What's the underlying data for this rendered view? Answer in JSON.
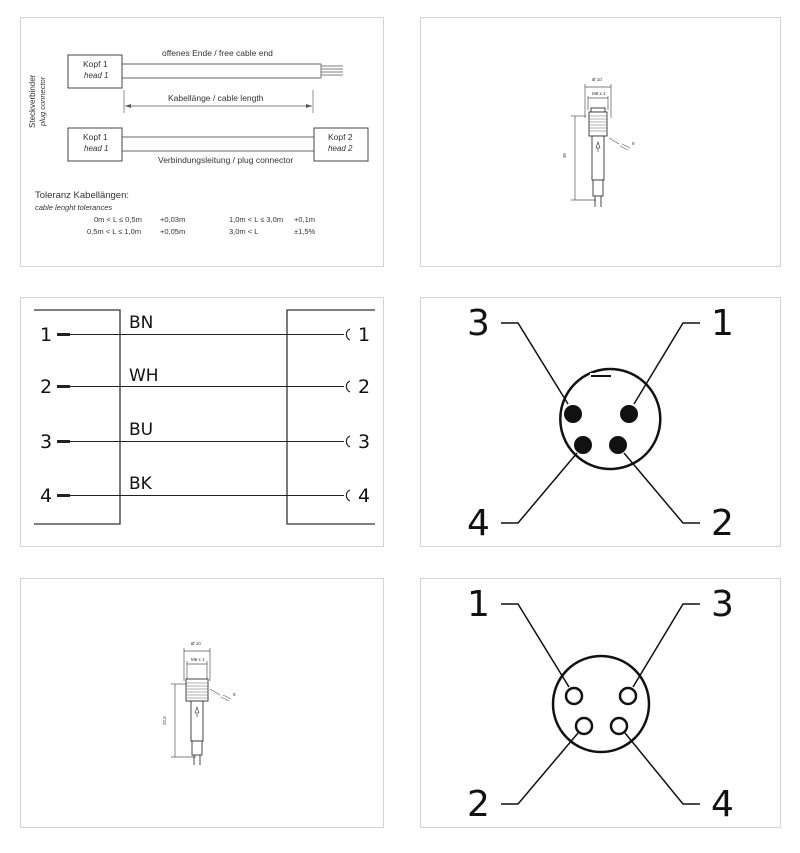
{
  "cable_diagram": {
    "head1_label": "Kopf 1",
    "head1_sub": "head 1",
    "head2_label": "Kopf 2",
    "head2_sub": "head 2",
    "free_end_label": "offenes Ende / free cable end",
    "cable_length_label": "Kabellänge / cable length",
    "connector_line_label": "Verbindungsleitung / plug connector",
    "side_label_de": "Steckverbinder",
    "side_label_en": "plug connector",
    "tolerance_title": "Toleranz Kabellängen:",
    "tolerance_subtitle": "cable lenght tolerances",
    "tolerances": [
      {
        "range": "0m < L ≤ 0,5m",
        "value": "+0,03m"
      },
      {
        "range": "0,5m < L ≤ 1,0m",
        "value": "+0,05m"
      },
      {
        "range": "1,0m < L ≤ 3,0m",
        "value": "+0,1m"
      },
      {
        "range": "3,0m < L",
        "value": "±1,5%"
      }
    ]
  },
  "connector_drawing_1": {
    "dia_label": "Ø 10",
    "thread_label": "M8 x 1",
    "length_label": "35",
    "wrench_label": "9"
  },
  "wiring": {
    "pins_left": [
      "1",
      "2",
      "3",
      "4"
    ],
    "pins_right": [
      "1",
      "2",
      "3",
      "4"
    ],
    "colors": [
      "BN",
      "WH",
      "BU",
      "BK"
    ]
  },
  "pinout_male": {
    "labels": {
      "top_left": "3",
      "top_right": "1",
      "bottom_left": "4",
      "bottom_right": "2"
    }
  },
  "connector_drawing_2": {
    "dia_label": "Ø 10",
    "thread_label": "M8 x 1",
    "length_label": "32,5",
    "wrench_label": "9"
  },
  "pinout_female": {
    "labels": {
      "top_left": "1",
      "top_right": "3",
      "bottom_left": "2",
      "bottom_right": "4"
    }
  }
}
